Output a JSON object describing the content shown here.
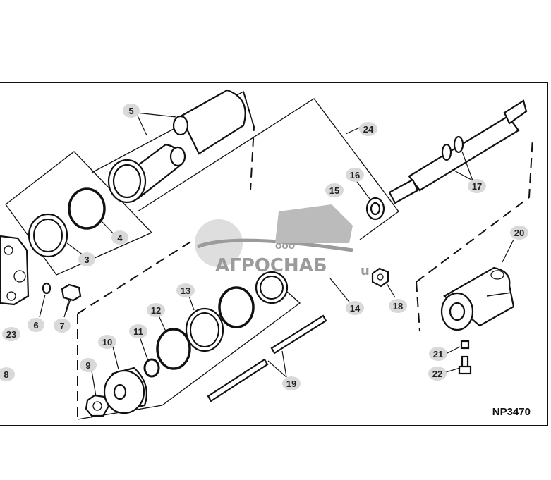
{
  "diagram": {
    "code": "NP3470",
    "watermark": {
      "brand": "АГРОСНАБ",
      "prefix": "ООО",
      "suffix": "u"
    },
    "callouts": [
      "3",
      "4",
      "5",
      "6",
      "7",
      "8",
      "9",
      "10",
      "11",
      "12",
      "13",
      "14",
      "15",
      "16",
      "17",
      "18",
      "19",
      "20",
      "21",
      "22",
      "23",
      "24"
    ]
  },
  "colors": {
    "line": "#111111",
    "callout_bg": "#d9d9d9",
    "watermark": "#8a8a8a"
  }
}
